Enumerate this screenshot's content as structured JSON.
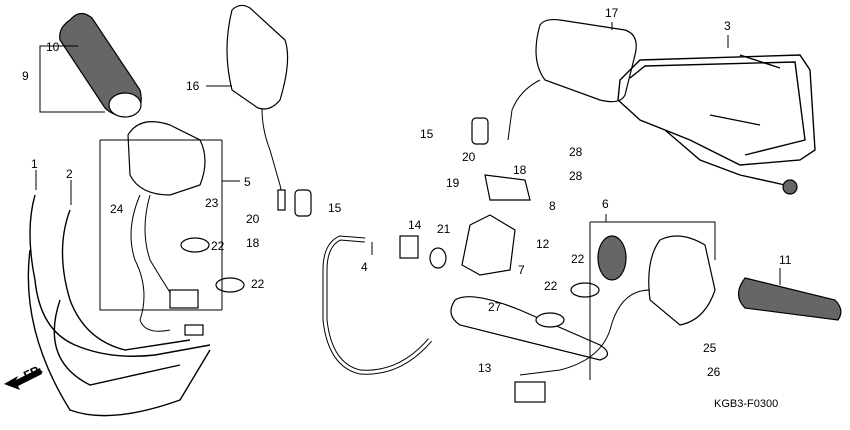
{
  "diagram_code": "KGB3-F0300",
  "front_marker": "FR.",
  "callouts": {
    "c1": "1",
    "c2": "2",
    "c3": "3",
    "c4": "4",
    "c5": "5",
    "c6": "6",
    "c7": "7",
    "c8": "8",
    "c9": "9",
    "c10": "10",
    "c11": "11",
    "c12": "12",
    "c13": "13",
    "c14": "14",
    "c15a": "15",
    "c15b": "15",
    "c16": "16",
    "c17": "17",
    "c18a": "18",
    "c18b": "18",
    "c19": "19",
    "c20a": "20",
    "c20b": "20",
    "c21": "21",
    "c22a": "22",
    "c22b": "22",
    "c22c": "22",
    "c22d": "22",
    "c23": "23",
    "c24": "24",
    "c25": "25",
    "c26": "26",
    "c27": "27",
    "c28a": "28",
    "c28b": "28"
  }
}
